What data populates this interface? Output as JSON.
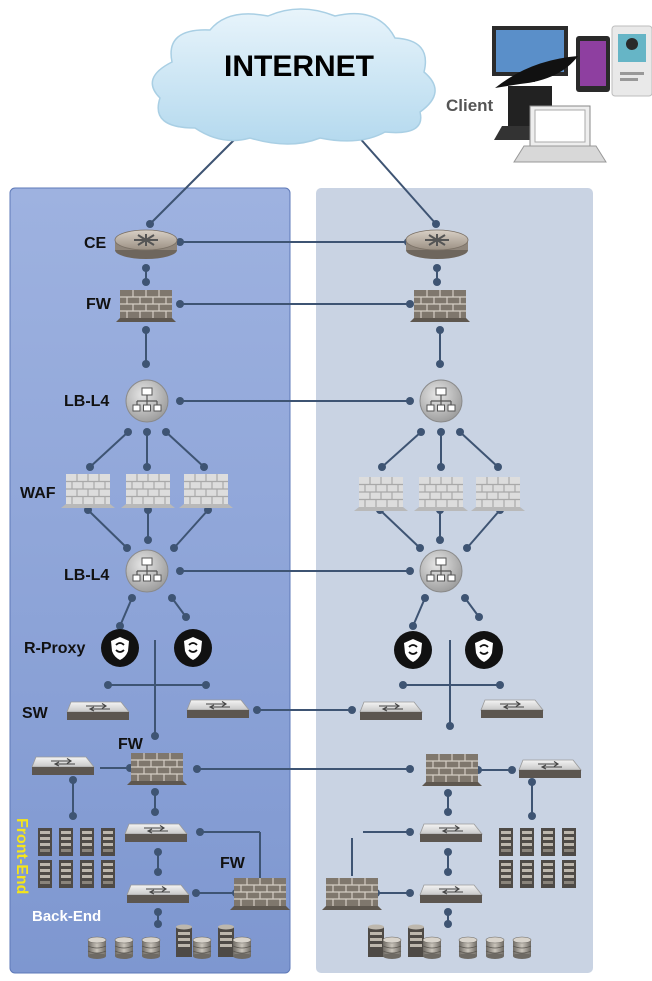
{
  "cloud": {
    "label": "INTERNET"
  },
  "client": {
    "label": "Client"
  },
  "labels": {
    "ce": "CE",
    "fw": "FW",
    "lb_l4_top": "LB-L4",
    "waf": "WAF",
    "lb_l4_bottom": "LB-L4",
    "r_proxy": "R-Proxy",
    "sw": "SW",
    "fw_core": "FW",
    "fw_backend": "FW",
    "front_end": "Front-End",
    "back_end": "Back-End"
  },
  "colors": {
    "left_zone": "#8ea5d9",
    "right_zone": "#c9d3e3",
    "link": "#3e5473",
    "front_end_text": "#f5e51a"
  },
  "icons": [
    "cloud-icon",
    "router-icon",
    "firewall-icon",
    "load-balancer-icon",
    "waf-icon",
    "reverse-proxy-icon",
    "switch-icon",
    "server-rack-icon",
    "database-icon",
    "laptop-icon",
    "monitor-icon",
    "tablet-icon",
    "id-card-icon"
  ]
}
